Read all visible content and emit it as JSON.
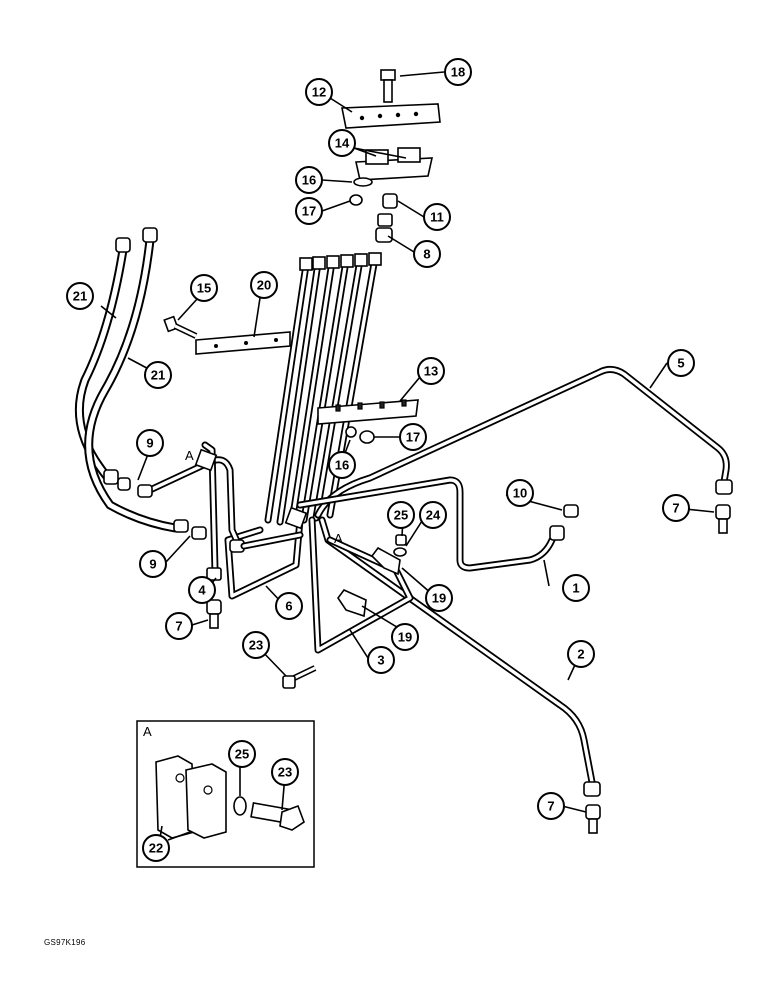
{
  "drawing_code": "GS97K196",
  "detail_label": "A",
  "view_ref_label": "A",
  "callouts": {
    "c1": "1",
    "c2": "2",
    "c3": "3",
    "c4": "4",
    "c5": "5",
    "c6": "6",
    "c7a": "7",
    "c7b": "7",
    "c7c": "7",
    "c8": "8",
    "c9a": "9",
    "c9b": "9",
    "c10": "10",
    "c11": "11",
    "c12": "12",
    "c13": "13",
    "c14": "14",
    "c15": "15",
    "c16a": "16",
    "c16b": "16",
    "c17a": "17",
    "c17b": "17",
    "c18": "18",
    "c19a": "19",
    "c19b": "19",
    "c20": "20",
    "c21a": "21",
    "c21b": "21",
    "c22": "22",
    "c23a": "23",
    "c23b": "23",
    "c24": "24",
    "c25a": "25",
    "c25b": "25"
  }
}
